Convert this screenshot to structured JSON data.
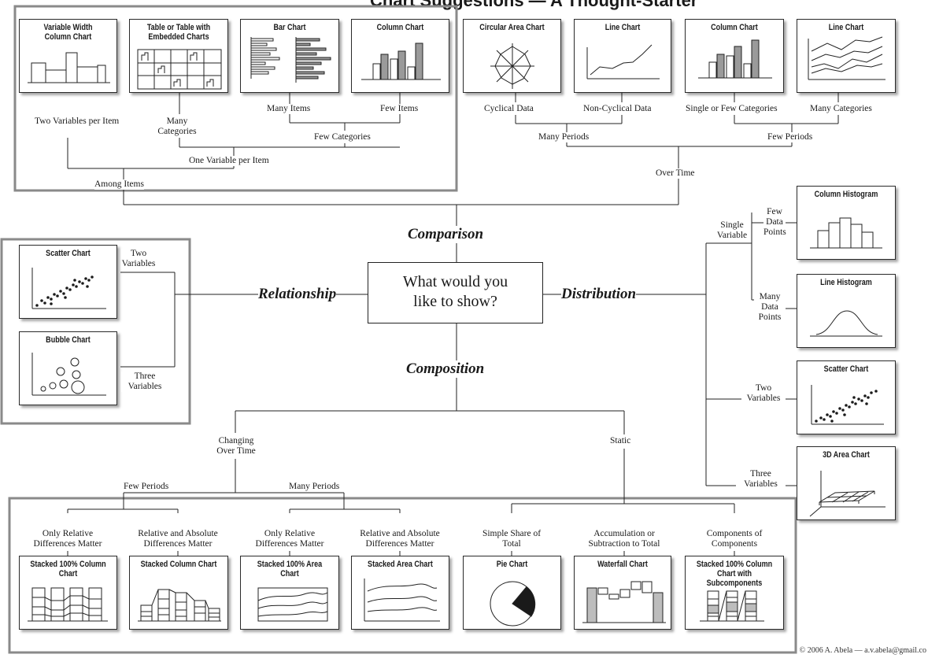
{
  "title_partial": "Chart Suggestions — A Thought-Starter",
  "center_question": "What would you like to show?",
  "hubs": {
    "comparison": "Comparison",
    "relationship": "Relationship",
    "distribution": "Distribution",
    "composition": "Composition"
  },
  "labels": {
    "two_variables_per_item": "Two Variables per Item",
    "many_categories_table": "Many Categories",
    "many_items": "Many Items",
    "few_items": "Few Items",
    "few_categories": "Few Categories",
    "one_variable_per_item": "One Variable per Item",
    "among_items": "Among Items",
    "cyclical_data": "Cyclical Data",
    "non_cyclical_data": "Non-Cyclical Data",
    "single_or_few_categories": "Single or Few Categories",
    "many_categories": "Many Categories",
    "many_periods_time": "Many Periods",
    "few_periods_time": "Few Periods",
    "over_time": "Over Time",
    "rel_two_variables": "Two Variables",
    "rel_three_variables": "Three Variables",
    "single_variable": "Single Variable",
    "few_data_points": "Few Data Points",
    "many_data_points": "Many Data Points",
    "dist_two_variables": "Two Variables",
    "dist_three_variables": "Three Variables",
    "changing_over_time": "Changing Over Time",
    "static": "Static",
    "few_periods": "Few Periods",
    "many_periods": "Many Periods",
    "only_relative_1": "Only Relative Differences Matter",
    "rel_and_abs_1": "Relative and Absolute Differences Matter",
    "only_relative_2": "Only Relative Differences Matter",
    "rel_and_abs_2": "Relative and Absolute Differences Matter",
    "simple_share": "Simple Share of Total",
    "accumulation": "Accumulation or Subtraction to Total",
    "components": "Components of Components"
  },
  "charts": {
    "variable_width_column": "Variable Width Column Chart",
    "table_embedded": "Table or Table with Embedded Charts",
    "bar_chart": "Bar Chart",
    "column_chart_items": "Column Chart",
    "circular_area": "Circular Area Chart",
    "line_chart_cyclical": "Line Chart",
    "column_chart_time": "Column Chart",
    "line_chart_time": "Line Chart",
    "scatter_rel": "Scatter Chart",
    "bubble": "Bubble Chart",
    "column_histogram": "Column Histogram",
    "line_histogram": "Line Histogram",
    "scatter_dist": "Scatter Chart",
    "area_3d": "3D Area Chart",
    "stacked_100_column": "Stacked 100% Column Chart",
    "stacked_column": "Stacked Column Chart",
    "stacked_100_area": "Stacked 100% Area Chart",
    "stacked_area": "Stacked Area Chart",
    "pie": "Pie Chart",
    "waterfall": "Waterfall Chart",
    "stacked_100_sub": "Stacked 100% Column Chart with Subcomponents"
  },
  "footer": "© 2006 A. Abela — a.v.abela@gmail.co"
}
